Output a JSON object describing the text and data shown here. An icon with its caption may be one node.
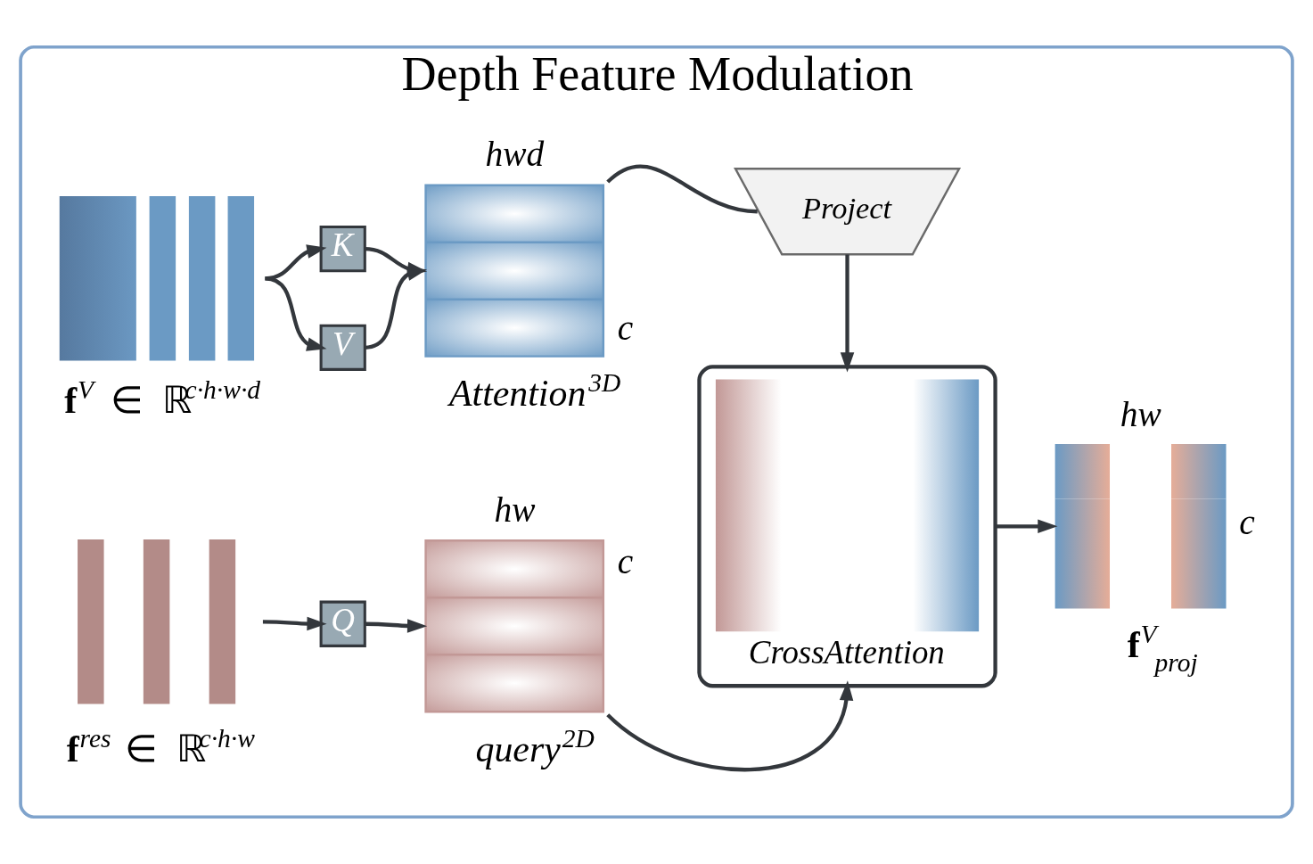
{
  "diagram": {
    "nodes": [
      {
        "text": [
          "Depth Feature Modulation"
        ]
      },
      {
        "text": [],
        "shape": "box",
        "beside": [
          "**f**$^{V}$ ∈ ℝ$^{c·h·w·d}$"
        ],
        "in": 0
      },
      {
        "text": [
          "K"
        ],
        "in": 0
      },
      {
        "text": [
          "V"
        ],
        "in": 0
      },
      {
        "text": [],
        "shape": "box",
        "beside": [
          "hwd",
          "c",
          "Attention$^{3D}$"
        ],
        "in": 0
      },
      {
        "text": [],
        "shape": "box",
        "beside": [
          "**f**$^{res}$ ∈ ℝ$^{c·h·w}$"
        ],
        "in": 0
      },
      {
        "text": [
          "Q"
        ],
        "in": 0
      },
      {
        "text": [],
        "shape": "box",
        "beside": [
          "hw",
          "c",
          "query$^{2D}$"
        ],
        "in": 0
      },
      {
        "text": [
          "Project"
        ],
        "in": 0
      },
      {
        "text": [
          "CrossAttention"
        ],
        "in": 0
      },
      {
        "text": [],
        "shape": "box",
        "beside": [
          "hw",
          "c",
          "**f**$^{V}$$_{proj}$"
        ],
        "in": 0
      }
    ],
    "edges": [
      {
        "from": 1,
        "to": 2,
        "arrow": "to"
      },
      {
        "from": 1,
        "to": 3,
        "arrow": "to"
      },
      {
        "from": 2,
        "to": 4,
        "arrow": "to"
      },
      {
        "from": 3,
        "to": 4,
        "arrow": "to"
      },
      {
        "from": 4,
        "to": 8,
        "arrow": "none"
      },
      {
        "from": 8,
        "to": 9,
        "arrow": "to"
      },
      {
        "from": 5,
        "to": 6,
        "arrow": "to"
      },
      {
        "from": 6,
        "to": 7,
        "arrow": "to"
      },
      {
        "from": 7,
        "to": 9,
        "arrow": "to"
      },
      {
        "from": 9,
        "to": 10,
        "arrow": "to"
      }
    ]
  }
}
